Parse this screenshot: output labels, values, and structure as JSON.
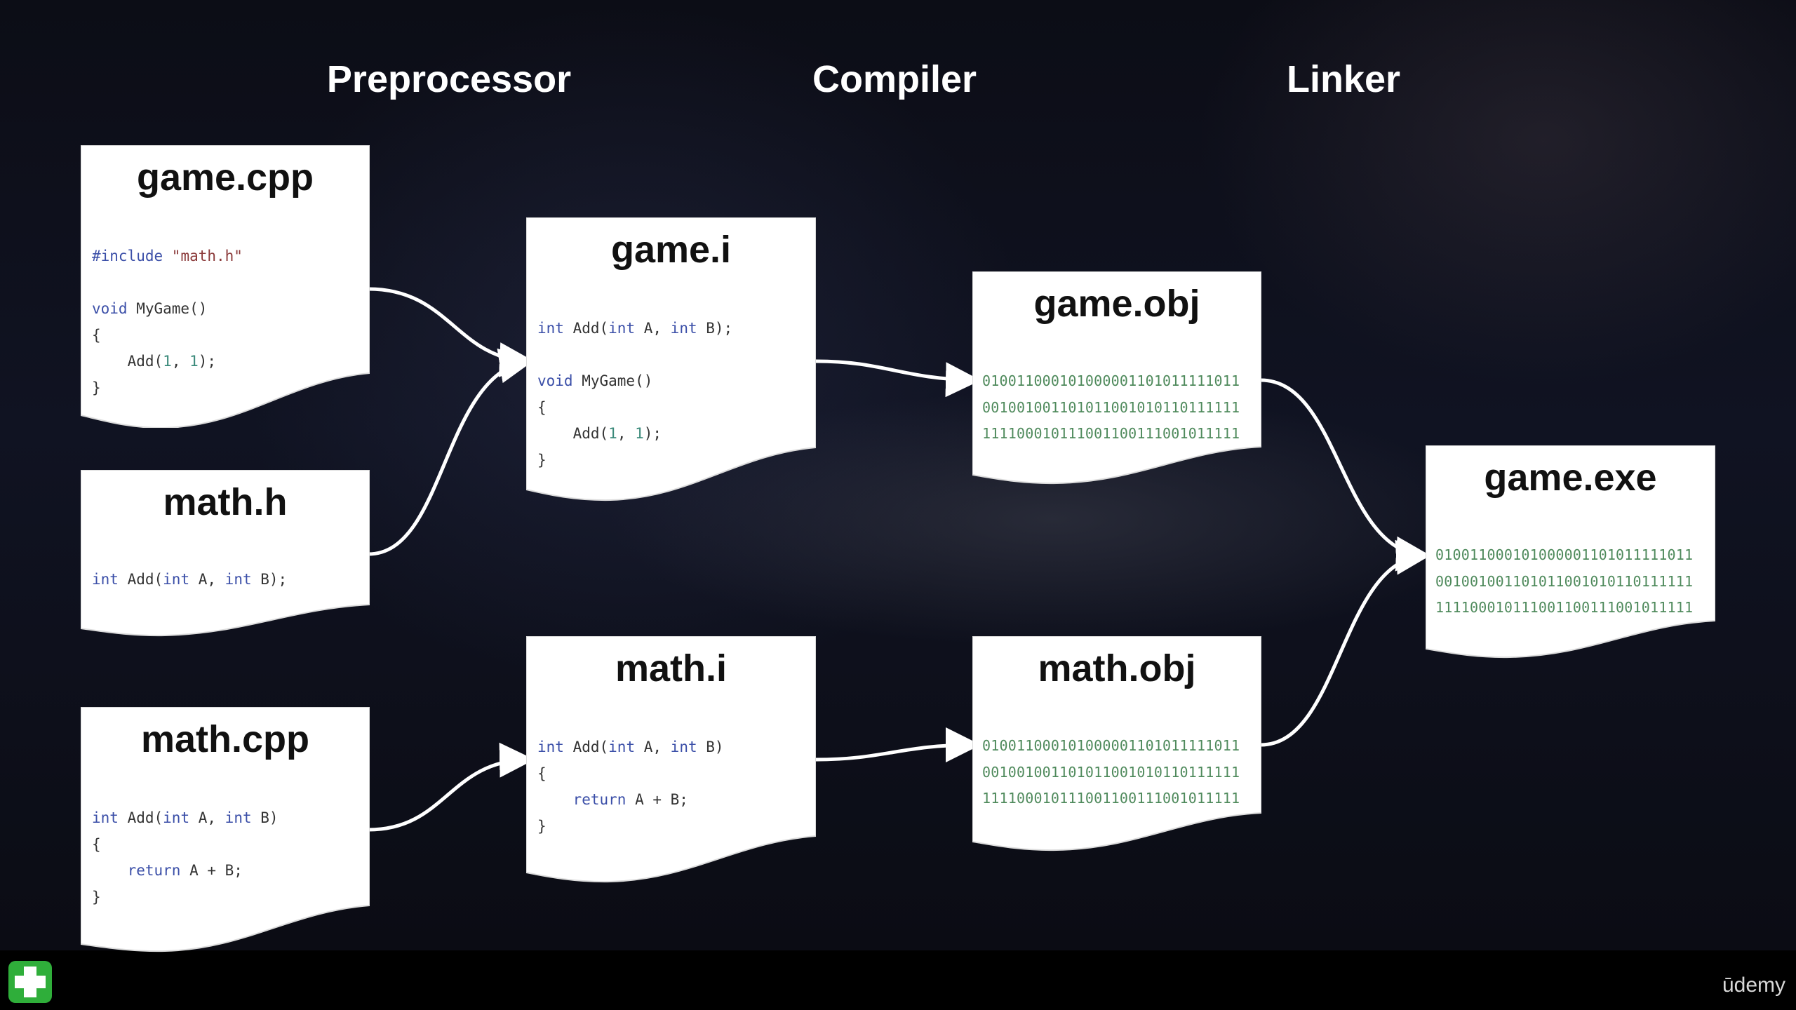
{
  "stages": {
    "preprocessor": "Preprocessor",
    "compiler": "Compiler",
    "linker": "Linker"
  },
  "files": {
    "game_cpp": {
      "title": "game.cpp",
      "lines": [
        [
          {
            "t": "#include ",
            "c": "kw"
          },
          {
            "t": "\"math.h\"",
            "c": "str"
          }
        ],
        [],
        [
          {
            "t": "void",
            "c": "kw"
          },
          {
            "t": " MyGame()",
            "c": ""
          }
        ],
        [
          {
            "t": "{",
            "c": ""
          }
        ],
        [
          {
            "t": "    Add(",
            "c": ""
          },
          {
            "t": "1",
            "c": "num"
          },
          {
            "t": ", ",
            "c": ""
          },
          {
            "t": "1",
            "c": "num"
          },
          {
            "t": ");",
            "c": ""
          }
        ],
        [
          {
            "t": "}",
            "c": ""
          }
        ]
      ]
    },
    "math_h": {
      "title": "math.h",
      "lines": [
        [
          {
            "t": "int",
            "c": "kw"
          },
          {
            "t": " Add(",
            "c": ""
          },
          {
            "t": "int",
            "c": "kw"
          },
          {
            "t": " A, ",
            "c": ""
          },
          {
            "t": "int",
            "c": "kw"
          },
          {
            "t": " B);",
            "c": ""
          }
        ]
      ]
    },
    "math_cpp": {
      "title": "math.cpp",
      "lines": [
        [
          {
            "t": "int",
            "c": "kw"
          },
          {
            "t": " Add(",
            "c": ""
          },
          {
            "t": "int",
            "c": "kw"
          },
          {
            "t": " A, ",
            "c": ""
          },
          {
            "t": "int",
            "c": "kw"
          },
          {
            "t": " B)",
            "c": ""
          }
        ],
        [
          {
            "t": "{",
            "c": ""
          }
        ],
        [
          {
            "t": "    ",
            "c": ""
          },
          {
            "t": "return",
            "c": "kw"
          },
          {
            "t": " A + B;",
            "c": ""
          }
        ],
        [
          {
            "t": "}",
            "c": ""
          }
        ]
      ]
    },
    "game_i": {
      "title": "game.i",
      "lines": [
        [
          {
            "t": "int",
            "c": "kw"
          },
          {
            "t": " Add(",
            "c": ""
          },
          {
            "t": "int",
            "c": "kw"
          },
          {
            "t": " A, ",
            "c": ""
          },
          {
            "t": "int",
            "c": "kw"
          },
          {
            "t": " B);",
            "c": ""
          }
        ],
        [],
        [
          {
            "t": "void",
            "c": "kw"
          },
          {
            "t": " MyGame()",
            "c": ""
          }
        ],
        [
          {
            "t": "{",
            "c": ""
          }
        ],
        [
          {
            "t": "    Add(",
            "c": ""
          },
          {
            "t": "1",
            "c": "num"
          },
          {
            "t": ", ",
            "c": ""
          },
          {
            "t": "1",
            "c": "num"
          },
          {
            "t": ");",
            "c": ""
          }
        ],
        [
          {
            "t": "}",
            "c": ""
          }
        ]
      ]
    },
    "math_i": {
      "title": "math.i",
      "lines": [
        [
          {
            "t": "int",
            "c": "kw"
          },
          {
            "t": " Add(",
            "c": ""
          },
          {
            "t": "int",
            "c": "kw"
          },
          {
            "t": " A, ",
            "c": ""
          },
          {
            "t": "int",
            "c": "kw"
          },
          {
            "t": " B)",
            "c": ""
          }
        ],
        [
          {
            "t": "{",
            "c": ""
          }
        ],
        [
          {
            "t": "    ",
            "c": ""
          },
          {
            "t": "return",
            "c": "kw"
          },
          {
            "t": " A + B;",
            "c": ""
          }
        ],
        [
          {
            "t": "}",
            "c": ""
          }
        ]
      ]
    },
    "game_obj": {
      "title": "game.obj",
      "binary": [
        "010011000101000001101011111011",
        "001001001101011001010110111111",
        "111100010111001100111001011111"
      ]
    },
    "math_obj": {
      "title": "math.obj",
      "binary": [
        "010011000101000001101011111011",
        "001001001101011001010110111111",
        "111100010111001100111001011111"
      ]
    },
    "game_exe": {
      "title": "game.exe",
      "binary": [
        "010011000101000001101011111011",
        "001001001101011001010110111111",
        "111100010111001100111001011111"
      ]
    }
  },
  "colors": {
    "keyword": "#3b4fa8",
    "string": "#8b3a3a",
    "number": "#3a8a7a",
    "binary": "#4f8a5c"
  },
  "branding": {
    "right_logo": "ūdemy",
    "left_logo_icon": "green-plus-icon"
  }
}
